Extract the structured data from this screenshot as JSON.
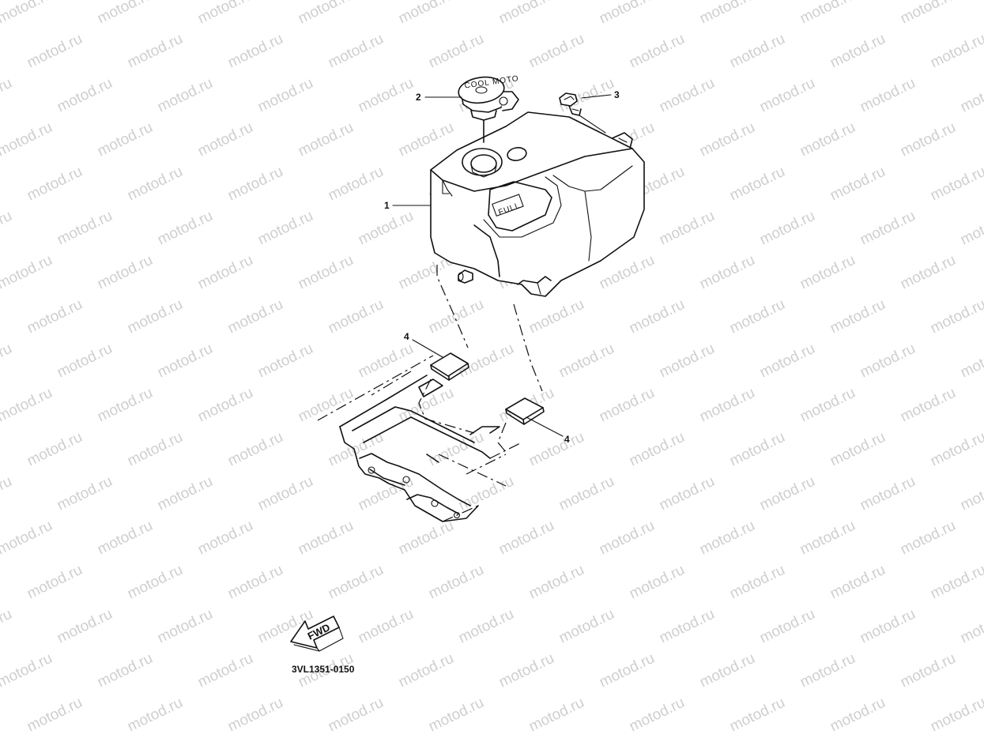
{
  "watermark": "motod.ru",
  "callouts": {
    "tank": "1",
    "cap": "2",
    "bolt": "3",
    "damper_upper": "4",
    "damper_lower": "4"
  },
  "tank_marking": "FULL",
  "cap_marking": "COOL  MOTO",
  "direction_label": "FWD",
  "diagram_code": "3VL1351-0150"
}
